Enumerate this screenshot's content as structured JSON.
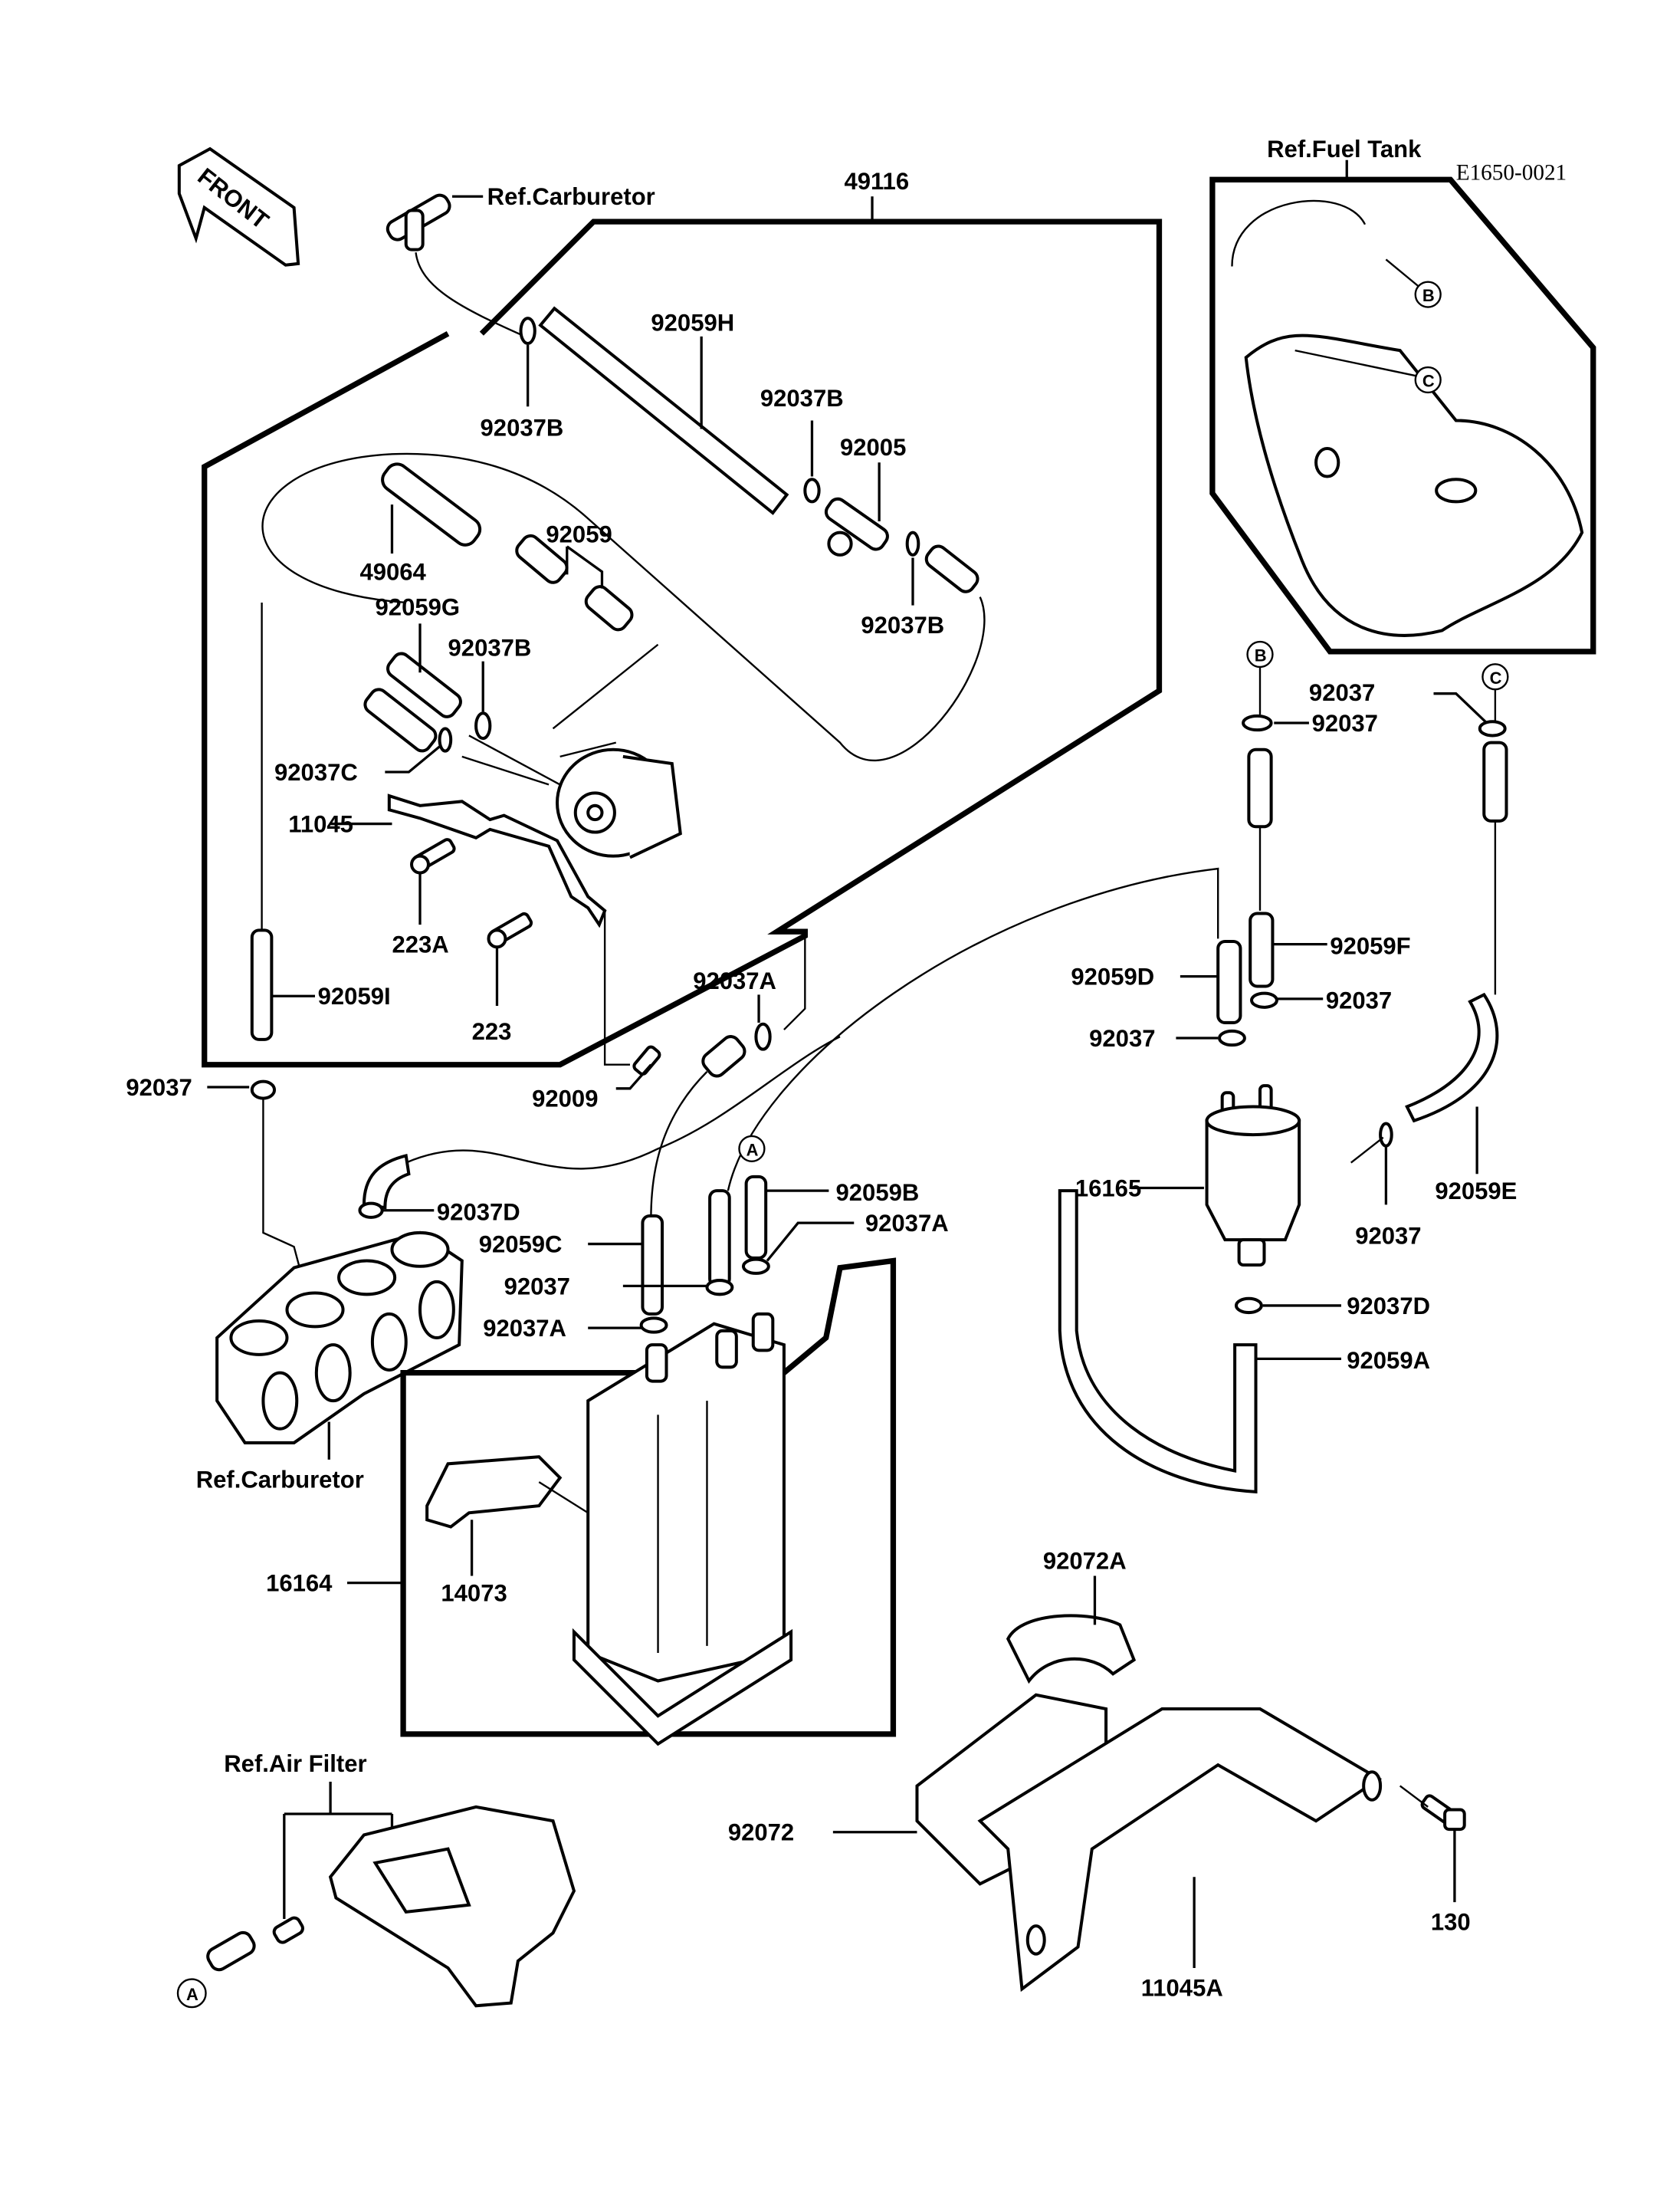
{
  "diagram": {
    "code": "E1650-0021",
    "front_arrow": "FRONT",
    "refs": {
      "carburetor_top": "Ref.Carburetor",
      "carburetor_bottom": "Ref.Carburetor",
      "fuel_tank": "Ref.Fuel Tank",
      "air_filter": "Ref.Air Filter"
    },
    "connectors": [
      "A",
      "B",
      "C"
    ],
    "parts": {
      "p49116": "49116",
      "p92059H": "92059H",
      "p92037B_1": "92037B",
      "p92037B_2": "92037B",
      "p92005": "92005",
      "p92059": "92059",
      "p49064": "49064",
      "p92059G": "92059G",
      "p92037B_3": "92037B",
      "p92037B_4": "92037B",
      "p92037C": "92037C",
      "p11045": "11045",
      "p223A": "223A",
      "p223": "223",
      "p92059I": "92059I",
      "p92037_left": "92037",
      "p92009": "92009",
      "p92037A_1": "92037A",
      "p92037D_1": "92037D",
      "p92059C": "92059C",
      "p92037_mid": "92037",
      "p92037A_2": "92037A",
      "p92059B": "92059B",
      "p92037A_3": "92037A",
      "p16164": "16164",
      "p14073": "14073",
      "p92037_B1": "92037",
      "p92037_B2": "92037",
      "p92059F": "92059F",
      "p92059D": "92059D",
      "p92037_f1": "92037",
      "p92037_f2": "92037",
      "p16165": "16165",
      "p92037_e": "92037",
      "p92059E": "92059E",
      "p92037D_2": "92037D",
      "p92059A": "92059A",
      "p92072A": "92072A",
      "p92072": "92072",
      "p11045A": "11045A",
      "p130": "130"
    }
  }
}
